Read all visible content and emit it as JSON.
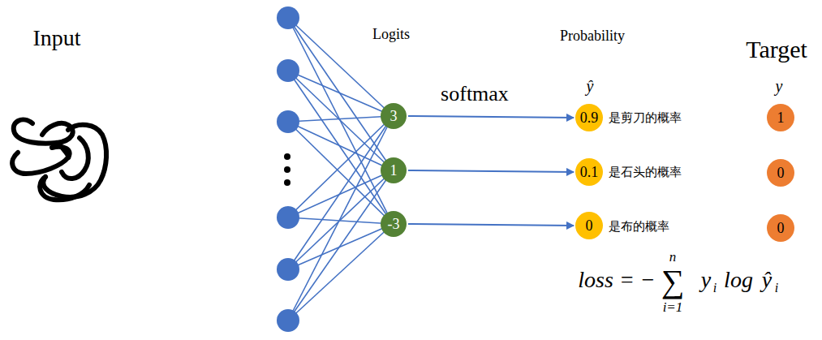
{
  "diagram": {
    "nodes": [
      {
        "text": [
          "3"
        ]
      },
      {
        "text": [
          "1"
        ]
      },
      {
        "text": [
          "-3"
        ]
      },
      {
        "text": [
          "0.9"
        ]
      },
      {
        "text": [
          "0.1"
        ]
      },
      {
        "text": [
          "0"
        ]
      },
      {
        "text": [
          "1"
        ]
      },
      {
        "text": [
          "0"
        ]
      },
      {
        "text": [
          "0"
        ]
      }
    ],
    "edges": [
      {
        "from": 0,
        "to": 3,
        "arrow": "to"
      },
      {
        "from": 1,
        "to": 4,
        "arrow": "to"
      },
      {
        "from": 2,
        "to": 5,
        "arrow": "to"
      }
    ],
    "labels": [
      "Input",
      "Logits",
      "Probability",
      "Target",
      "ŷ",
      "y",
      "softmax",
      "是剪刀的概率",
      "是石头的概率",
      "是布的概率",
      "loss = −",
      "∑",
      "n",
      "i=1",
      "y",
      "i",
      "log",
      "ŷ",
      "i"
    ]
  }
}
